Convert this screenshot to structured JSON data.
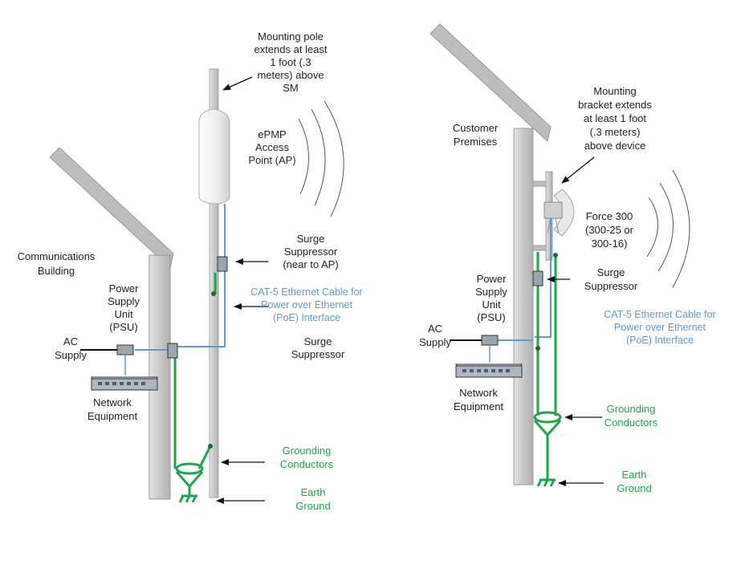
{
  "colors": {
    "blue": "#5b9bd5",
    "green": "#1ea54a",
    "text": "#222222",
    "pole": "#c9c9c9",
    "wall": "#bdbdbd",
    "arrow": "#111111"
  },
  "left": {
    "mounting_pole": [
      "Mounting pole",
      "extends at least",
      "1 foot (.3",
      "meters) above",
      "SM"
    ],
    "ap": [
      "ePMP",
      "Access",
      "Point (AP)"
    ],
    "building": [
      "Communications",
      "Building"
    ],
    "surge_near": [
      "Surge",
      "Suppressor",
      "(near to AP)"
    ],
    "cat5": [
      "CAT-5 Ethernet Cable for",
      "Power over Ethernet",
      "(PoE) Interface"
    ],
    "psu": [
      "Power",
      "Supply",
      "Unit",
      "(PSU)"
    ],
    "ac": [
      "AC",
      "Supply"
    ],
    "surge": [
      "Surge",
      "Suppressor"
    ],
    "network": [
      "Network",
      "Equipment"
    ],
    "grounding": [
      "Grounding",
      "Conductors"
    ],
    "earth": [
      "Earth",
      "Ground"
    ]
  },
  "right": {
    "premises": [
      "Customer",
      "Premises"
    ],
    "bracket": [
      "Mounting",
      "bracket extends",
      "at least 1 foot",
      "(.3 meters)",
      "above device"
    ],
    "device": [
      "Force 300",
      "(300-25 or",
      "300-16)"
    ],
    "surge": [
      "Surge",
      "Suppressor"
    ],
    "psu": [
      "Power",
      "Supply",
      "Unit",
      "(PSU)"
    ],
    "cat5": [
      "CAT-5 Ethernet Cable for",
      "Power over Ethernet",
      "(PoE) Interface"
    ],
    "ac": [
      "AC",
      "Supply"
    ],
    "network": [
      "Network",
      "Equipment"
    ],
    "grounding": [
      "Grounding",
      "Conductors"
    ],
    "earth": [
      "Earth",
      "Ground"
    ]
  }
}
